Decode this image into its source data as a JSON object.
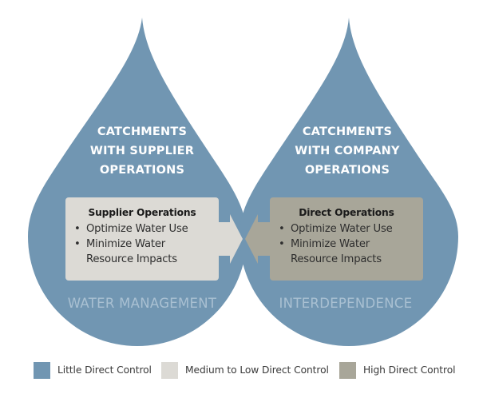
{
  "colors": {
    "little_control": "#7196b2",
    "medium_low_control": "#dcdad5",
    "high_control": "#a8a699",
    "footer_text": "#a9c0d2"
  },
  "left_drop": {
    "title_lines": [
      "CATCHMENTS",
      "WITH SUPPLIER",
      "OPERATIONS"
    ],
    "footer": "WATER MANAGEMENT",
    "box": {
      "heading": "Supplier Operations",
      "bullets": [
        "Optimize Water Use",
        "Minimize Water Resource Impacts"
      ],
      "bullet_glyph": "•"
    },
    "arrow_direction": "right"
  },
  "right_drop": {
    "title_lines": [
      "CATCHMENTS",
      "WITH COMPANY",
      "OPERATIONS"
    ],
    "footer": "INTERDEPENDENCE",
    "box": {
      "heading": "Direct Operations",
      "bullets": [
        "Optimize Water Use",
        "Minimize Water Resource Impacts"
      ],
      "bullet_glyph": "•"
    },
    "arrow_direction": "left"
  },
  "legend": [
    {
      "label": "Little Direct Control",
      "color": "#7196b2"
    },
    {
      "label": "Medium to Low Direct Control",
      "color": "#dcdad5"
    },
    {
      "label": "High Direct Control",
      "color": "#a8a699"
    }
  ]
}
